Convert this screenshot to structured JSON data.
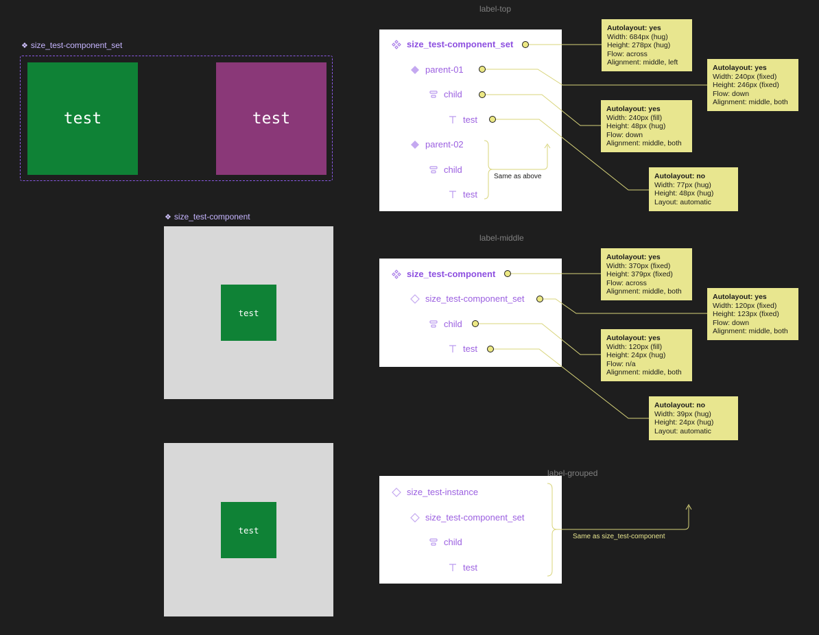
{
  "labels": {
    "top": "label-top",
    "middle": "label-middle",
    "grouped": "label-grouped"
  },
  "canvas": {
    "component_set_label": "size_test-component_set",
    "component_label": "size_test-component",
    "tile_left": "test",
    "tile_right": "test",
    "component_tile": "test",
    "instance_tile": "test"
  },
  "colors": {
    "green": "#0f8236",
    "magenta": "#8a3878",
    "grey": "#d8d8d8",
    "purple_text": "#9b5fe0",
    "note_bg": "#e8e68f"
  },
  "panel_top": {
    "rows": [
      {
        "icon": "component-set-icon",
        "label": "size_test-component_set"
      },
      {
        "icon": "variant-icon",
        "label": "parent-01"
      },
      {
        "icon": "autolayout-icon",
        "label": "child"
      },
      {
        "icon": "text-icon",
        "label": "test"
      },
      {
        "icon": "variant-icon",
        "label": "parent-02"
      },
      {
        "icon": "autolayout-icon",
        "label": "child"
      },
      {
        "icon": "text-icon",
        "label": "test"
      }
    ],
    "same_as_above": "Same as above"
  },
  "panel_middle": {
    "rows": [
      {
        "icon": "component-icon",
        "label": "size_test-component"
      },
      {
        "icon": "instance-icon",
        "label": "size_test-component_set"
      },
      {
        "icon": "autolayout-icon",
        "label": "child"
      },
      {
        "icon": "text-icon",
        "label": "test"
      }
    ]
  },
  "panel_grouped": {
    "rows": [
      {
        "icon": "instance-icon",
        "label": "size_test-instance"
      },
      {
        "icon": "instance-icon",
        "label": "size_test-component_set"
      },
      {
        "icon": "autolayout-icon",
        "label": "child"
      },
      {
        "icon": "text-icon",
        "label": "test"
      }
    ],
    "same_as": "Same as size_test-component"
  },
  "notes": {
    "n1": {
      "h": "Autolayout: yes",
      "l1": "Width: 684px (hug)",
      "l2": "Height: 278px (hug)",
      "l3": "Flow: across",
      "l4": "Alignment: middle, left"
    },
    "n2": {
      "h": "Autolayout: yes",
      "l1": "Width: 240px (fixed)",
      "l2": "Height: 246px (fixed)",
      "l3": "Flow: down",
      "l4": "Alignment: middle, both"
    },
    "n3": {
      "h": "Autolayout: yes",
      "l1": "Width: 240px (fill)",
      "l2": "Height: 48px (hug)",
      "l3": "Flow: down",
      "l4": "Alignment: middle, both"
    },
    "n4": {
      "h": "Autolayout: no",
      "l1": "Width: 77px (hug)",
      "l2": "Height: 48px (hug)",
      "l3": "Layout: automatic"
    },
    "n5": {
      "h": "Autolayout: yes",
      "l1": "Width: 370px (fixed)",
      "l2": "Height: 379px (fixed)",
      "l3": "Flow: across",
      "l4": "Alignment: middle, both"
    },
    "n6": {
      "h": "Autolayout: yes",
      "l1": "Width: 120px (fixed)",
      "l2": "Height: 123px (fixed)",
      "l3": "Flow: down",
      "l4": "Alignment: middle, both"
    },
    "n7": {
      "h": "Autolayout: yes",
      "l1": "Width: 120px (fill)",
      "l2": "Height: 24px (hug)",
      "l3": "Flow: n/a",
      "l4": "Alignment: middle, both"
    },
    "n8": {
      "h": "Autolayout: no",
      "l1": "Width: 39px (hug)",
      "l2": "Height: 24px (hug)",
      "l3": "Layout: automatic"
    }
  }
}
